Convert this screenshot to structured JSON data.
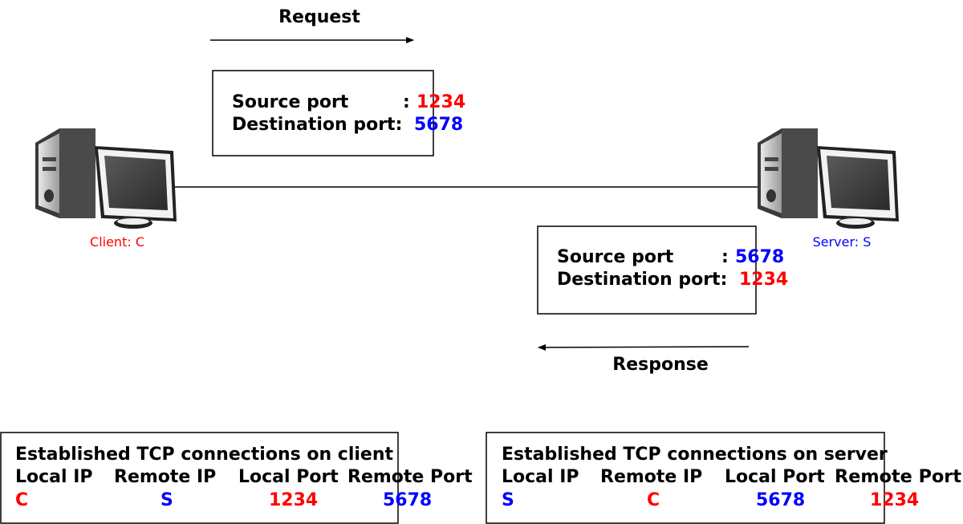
{
  "colors": {
    "red": "#ff0000",
    "blue": "#0000ff",
    "black": "#000000"
  },
  "request": {
    "label": "Request",
    "source_port_label": "Source port",
    "source_colon": ":",
    "source_port_value": "1234",
    "dest_port_label": "Destination port:",
    "dest_port_value": "5678"
  },
  "response": {
    "label": "Response",
    "source_port_label": "Source port",
    "source_colon": ":",
    "source_port_value": "5678",
    "dest_port_label": "Destination port:",
    "dest_port_value": "1234"
  },
  "client": {
    "label": "Client: C"
  },
  "server": {
    "label": "Server: S"
  },
  "client_table": {
    "title": "Established TCP connections on client",
    "headers": [
      "Local IP",
      "Remote IP",
      "Local Port",
      "Remote Port"
    ],
    "row": [
      "C",
      "S",
      "1234",
      "5678"
    ]
  },
  "server_table": {
    "title": "Established TCP connections on server",
    "headers": [
      "Local IP",
      "Remote IP",
      "Local Port",
      "Remote Port"
    ],
    "row": [
      "S",
      "C",
      "5678",
      "1234"
    ]
  }
}
